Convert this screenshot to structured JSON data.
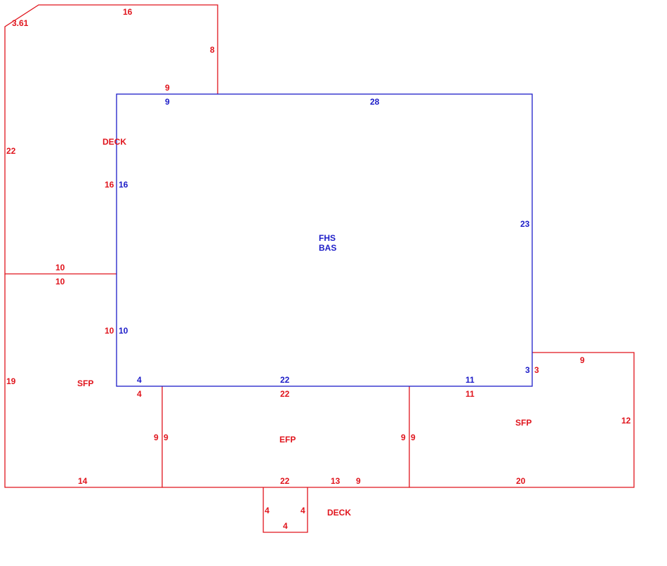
{
  "colors": {
    "addition_line": "#e0141c",
    "main_line": "#1c1cc8"
  },
  "main_area": {
    "codes": [
      "FHS",
      "BAS"
    ],
    "dims": {
      "top_left": "9",
      "top": "28",
      "left_upper": "16",
      "left_lower": "10",
      "right": "23",
      "bottom_left": "4",
      "bottom_mid": "22",
      "bottom_right": "11",
      "right_step": "3"
    }
  },
  "deck_top": {
    "label": "DECK",
    "dims": {
      "top": "16",
      "diagonal": "3.61",
      "left": "22",
      "right": "8",
      "bottom_right": "9",
      "right_inner": "16",
      "bottom": "10"
    }
  },
  "sfp_left": {
    "label": "SFP",
    "dims": {
      "top": "10",
      "left": "19",
      "right_upper": "10",
      "right_lower": "4",
      "inner": "9",
      "bottom": "14"
    }
  },
  "efp": {
    "label": "EFP",
    "dims": {
      "top": "22",
      "left": "9",
      "right": "9",
      "bottom": "22",
      "bottom_right_a": "13",
      "bottom_right_b": "9"
    }
  },
  "sfp_right": {
    "label": "SFP",
    "dims": {
      "top": "9",
      "left_top": "11",
      "left_step": "3",
      "right": "12",
      "left": "9",
      "bottom": "20"
    }
  },
  "deck_bottom": {
    "label": "DECK",
    "dims": {
      "left": "4",
      "right": "4",
      "bottom": "4"
    }
  }
}
